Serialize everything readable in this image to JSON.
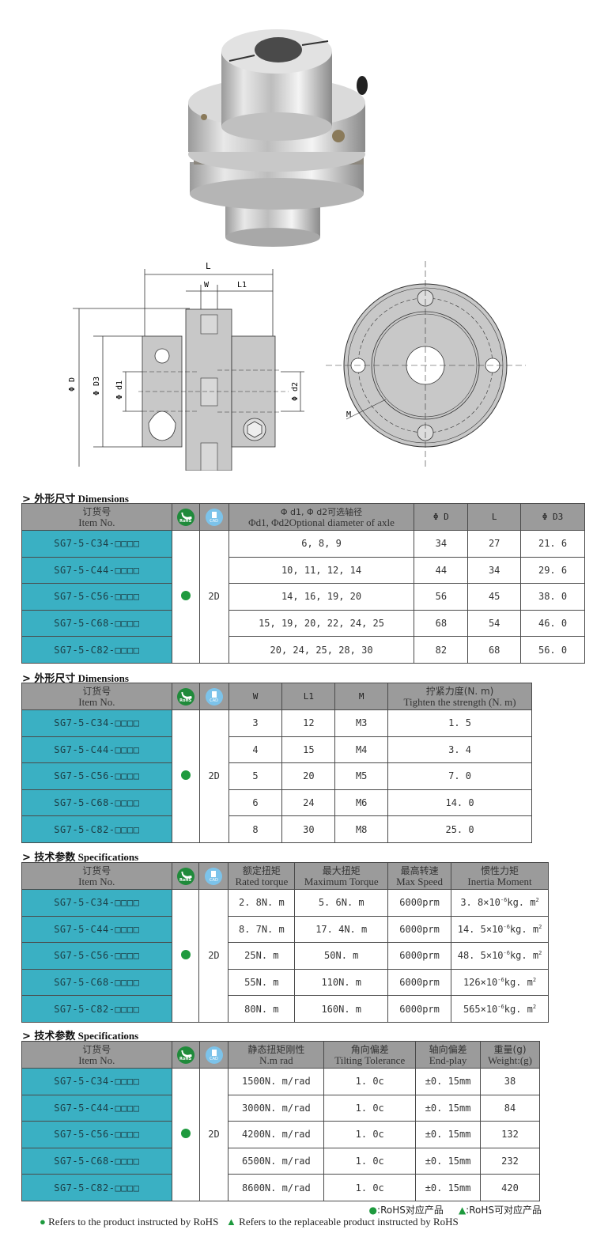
{
  "product_image": {
    "description": "disc coupling photo",
    "icon": "coupling-photo"
  },
  "drawing": {
    "side_labels": {
      "L": "L",
      "W": "W",
      "L1": "L1",
      "D": "Φ D",
      "D3": "Φ D3",
      "d1": "Φ d1",
      "d2": "Φ d2"
    },
    "front_labels": {
      "M": "M"
    }
  },
  "colors": {
    "header_bg": "#9b9b9b",
    "item_bg": "#3ab0c3",
    "rohs_green": "#1e9a3e",
    "cad_blue": "#7cc3ea"
  },
  "badges": {
    "rohs": "RoHS",
    "cad": "CAD"
  },
  "common": {
    "rohs_mark": "●",
    "cad_value": "2D",
    "item_header_cn": "订货号",
    "item_header_en": "Item No."
  },
  "items": [
    "SG7-5-C34-□□□□",
    "SG7-5-C44-□□□□",
    "SG7-5-C56-□□□□",
    "SG7-5-C68-□□□□",
    "SG7-5-C82-□□□□"
  ],
  "table1": {
    "title_cn": "> 外形尺寸",
    "title_en": "Dimensions",
    "headers": {
      "axle_cn": "Φ d1, Φ d2可选轴径",
      "axle_en": "Φd1, Φd2Optional diameter of axle",
      "D": "Φ D",
      "L": "L",
      "D3": "Φ D3"
    },
    "rows": [
      {
        "axle": "6, 8, 9",
        "D": "34",
        "L": "27",
        "D3": "21. 6"
      },
      {
        "axle": "10, 11, 12, 14",
        "D": "44",
        "L": "34",
        "D3": "29. 6"
      },
      {
        "axle": "14, 16, 19, 20",
        "D": "56",
        "L": "45",
        "D3": "38. 0"
      },
      {
        "axle": "15, 19, 20, 22, 24, 25",
        "D": "68",
        "L": "54",
        "D3": "46. 0"
      },
      {
        "axle": "20, 24, 25, 28, 30",
        "D": "82",
        "L": "68",
        "D3": "56. 0"
      }
    ]
  },
  "table2": {
    "title_cn": "> 外形尺寸",
    "title_en": "Dimensions",
    "headers": {
      "W": "W",
      "L1": "L1",
      "M": "M",
      "torque_cn": "拧紧力度(N. m)",
      "torque_en": "Tighten the strength (N. m)"
    },
    "rows": [
      {
        "W": "3",
        "L1": "12",
        "M": "M3",
        "torque": "1. 5"
      },
      {
        "W": "4",
        "L1": "15",
        "M": "M4",
        "torque": "3. 4"
      },
      {
        "W": "5",
        "L1": "20",
        "M": "M5",
        "torque": "7. 0"
      },
      {
        "W": "6",
        "L1": "24",
        "M": "M6",
        "torque": "14. 0"
      },
      {
        "W": "8",
        "L1": "30",
        "M": "M8",
        "torque": "25. 0"
      }
    ]
  },
  "table3": {
    "title_cn": "> 技术参数",
    "title_en": "Specifications",
    "headers": {
      "rated_cn": "额定扭矩",
      "rated_en": "Rated torque",
      "max_cn": "最大扭矩",
      "max_en": "Maximum Torque",
      "speed_cn": "最高转速",
      "speed_en": "Max Speed",
      "inertia_cn": "惯性力矩",
      "inertia_en": "Inertia Moment"
    },
    "rows": [
      {
        "rated": "2. 8N. m",
        "max": "5. 6N. m",
        "speed": "6000prm",
        "inertia": "3. 8×10",
        "inertia_exp": "-6",
        "inertia_unit": "kg. m",
        "inertia_unit_exp": "2"
      },
      {
        "rated": "8. 7N. m",
        "max": "17. 4N. m",
        "speed": "6000prm",
        "inertia": "14. 5×10",
        "inertia_exp": "-6",
        "inertia_unit": "kg. m",
        "inertia_unit_exp": "2"
      },
      {
        "rated": "25N. m",
        "max": "50N. m",
        "speed": "6000prm",
        "inertia": "48. 5×10",
        "inertia_exp": "-6",
        "inertia_unit": "kg. m",
        "inertia_unit_exp": "2"
      },
      {
        "rated": "55N. m",
        "max": "110N. m",
        "speed": "6000prm",
        "inertia": "126×10",
        "inertia_exp": "-6",
        "inertia_unit": "kg. m",
        "inertia_unit_exp": "2"
      },
      {
        "rated": "80N. m",
        "max": "160N. m",
        "speed": "6000prm",
        "inertia": "565×10",
        "inertia_exp": "-6",
        "inertia_unit": "kg. m",
        "inertia_unit_exp": "2"
      }
    ]
  },
  "table4": {
    "title_cn": "> 技术参数",
    "title_en": "Specifications",
    "headers": {
      "stiff_cn": "静态扭矩刚性",
      "stiff_en": "N.m rad",
      "tilt_cn": "角向偏差",
      "tilt_en": "Tilting Tolerance",
      "end_cn": "轴向偏差",
      "end_en": "End-play",
      "weight_cn": "重量(g)",
      "weight_en": "Weight:(g)"
    },
    "rows": [
      {
        "stiff": "1500N. m/rad",
        "tilt": "1. 0c",
        "end": "±0. 15mm",
        "weight": "38"
      },
      {
        "stiff": "3000N. m/rad",
        "tilt": "1. 0c",
        "end": "±0. 15mm",
        "weight": "84"
      },
      {
        "stiff": "4200N. m/rad",
        "tilt": "1. 0c",
        "end": "±0. 15mm",
        "weight": "132"
      },
      {
        "stiff": "6500N. m/rad",
        "tilt": "1. 0c",
        "end": "±0. 15mm",
        "weight": "232"
      },
      {
        "stiff": "8600N. m/rad",
        "tilt": "1. 0c",
        "end": "±0. 15mm",
        "weight": "420"
      }
    ]
  },
  "legend": {
    "cn_dot": ":RoHS对应产品",
    "cn_tri": ":RoHS可对应产品",
    "en_dot": "Refers to the product instructed by RoHS",
    "en_tri": "Refers to the replaceable product instructed by RoHS",
    "dot_symbol": "●",
    "tri_symbol": "▲"
  }
}
